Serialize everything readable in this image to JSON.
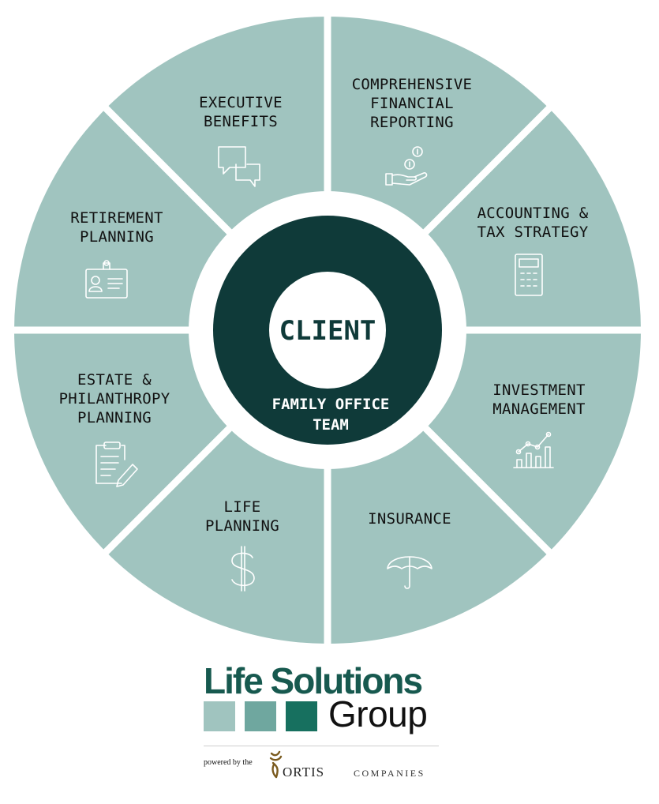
{
  "diagram": {
    "segments": [
      {
        "lines": [
          "COMPREHENSIVE",
          "FINANCIAL",
          "REPORTING"
        ],
        "icon": "hand-coins-icon"
      },
      {
        "lines": [
          "ACCOUNTING &",
          "TAX STRATEGY"
        ],
        "icon": "calculator-icon"
      },
      {
        "lines": [
          "INVESTMENT",
          "MANAGEMENT"
        ],
        "icon": "chart-growth-icon"
      },
      {
        "lines": [
          "INSURANCE"
        ],
        "icon": "umbrella-icon"
      },
      {
        "lines": [
          "LIFE",
          "PLANNING"
        ],
        "icon": "dollar-icon"
      },
      {
        "lines": [
          "ESTATE &",
          "PHILANTHROPY",
          "PLANNING"
        ],
        "icon": "clipboard-pencil-icon"
      },
      {
        "lines": [
          "RETIREMENT",
          "PLANNING"
        ],
        "icon": "id-card-icon"
      },
      {
        "lines": [
          "EXECUTIVE",
          "BENEFITS"
        ],
        "icon": "chat-bubbles-icon"
      }
    ],
    "center_label": "CLIENT",
    "ring_label_lines": [
      "FAMILY OFFICE",
      "TEAM"
    ],
    "colors": {
      "segment": "#a0c4bf",
      "ring": "#0f3a39",
      "center": "#ffffff"
    }
  },
  "logo": {
    "line1": "Life Solutions",
    "line2": "Group",
    "square_colors": [
      "#a0c4bf",
      "#6fa79f",
      "#17705f"
    ],
    "powered_by": "powered by the",
    "brand": "ORTIS",
    "brand_suffix": "COMPANIES"
  }
}
